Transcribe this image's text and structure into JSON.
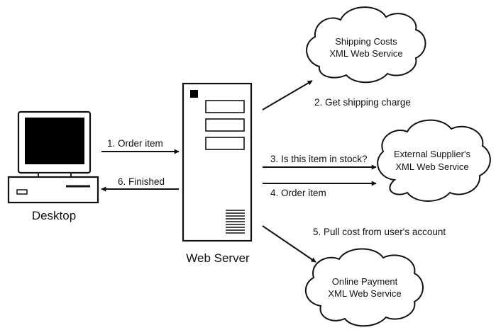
{
  "nodes": {
    "desktop": {
      "label": "Desktop"
    },
    "web_server": {
      "label": "Web Server"
    },
    "shipping_service": {
      "line1": "Shipping Costs",
      "line2": "XML Web Service"
    },
    "supplier_service": {
      "line1": "External Supplier's",
      "line2": "XML Web Service"
    },
    "payment_service": {
      "line1": "Online Payment",
      "line2": "XML Web Service"
    }
  },
  "steps": {
    "order_item": "1. Order item",
    "get_shipping": "2. Get shipping charge",
    "in_stock": "3. Is this item in stock?",
    "order_item_supplier": "4. Order item",
    "pull_cost": "5. Pull cost from user's account",
    "finished": "6. Finished"
  }
}
